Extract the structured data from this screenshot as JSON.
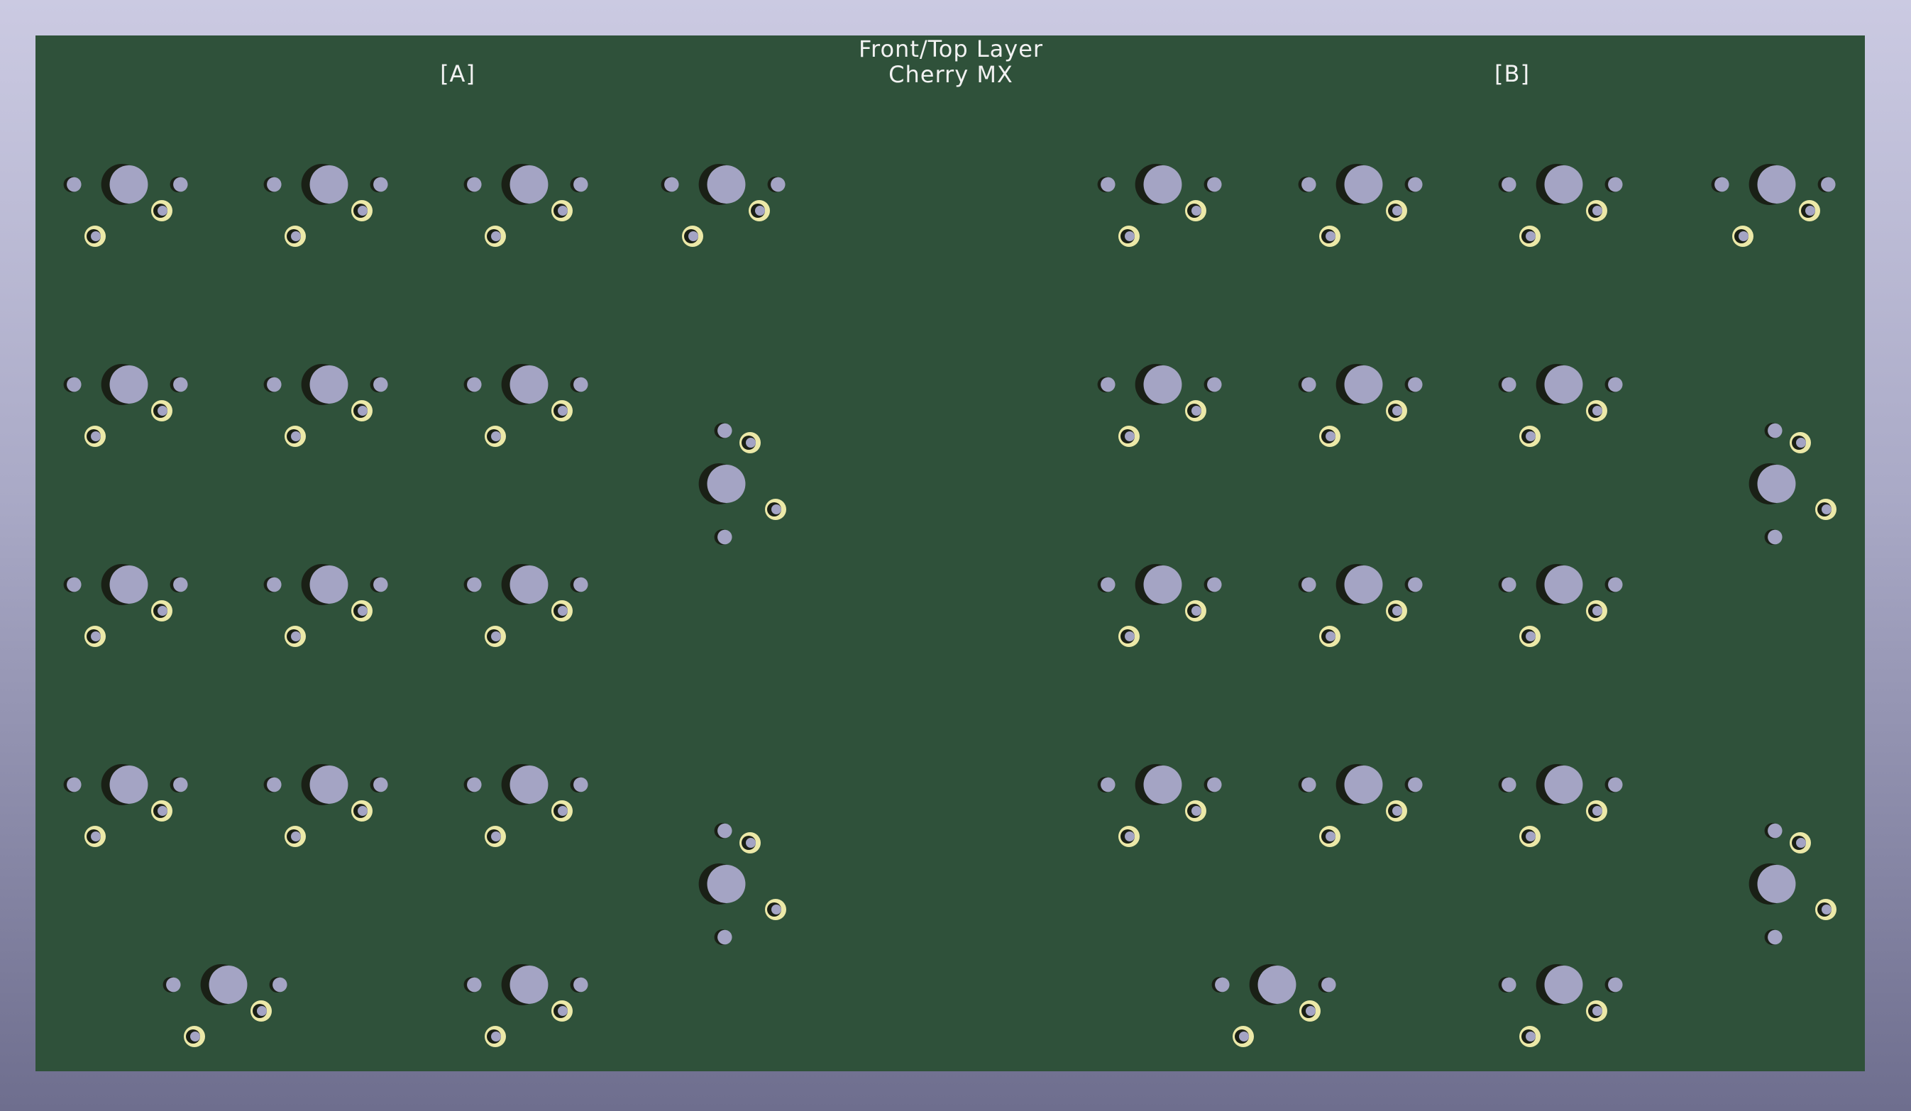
{
  "board": {
    "layer_title": "Front/Top Layer",
    "switch_type": "Cherry MX",
    "half_a_label": "[A]",
    "half_b_label": "[B]"
  },
  "colors": {
    "viewport_top": "#cbcae2",
    "viewport_bottom": "#6e6e8e",
    "pcb": "#2f513a",
    "hole": "#a4a4c4",
    "hole_shadow": "#1a2016",
    "pad_ring": "#ece9a8"
  },
  "footprints": {
    "a_rows": [
      {
        "cols": [
          0,
          1,
          2,
          3
        ]
      },
      {
        "cols": [
          0,
          1,
          2
        ]
      },
      {
        "cols": [
          0,
          1,
          2
        ]
      },
      {
        "cols": [
          0,
          1,
          2
        ]
      }
    ],
    "b_rows": [
      {
        "cols": [
          0,
          1,
          2,
          3
        ]
      },
      {
        "cols": [
          0,
          1,
          2
        ]
      },
      {
        "cols": [
          0,
          1,
          2
        ]
      },
      {
        "cols": [
          0,
          1,
          2
        ]
      }
    ],
    "a_thumb_count": 2,
    "b_thumb_count": 2,
    "a_rotated_count": 2,
    "b_rotated_count": 2
  }
}
